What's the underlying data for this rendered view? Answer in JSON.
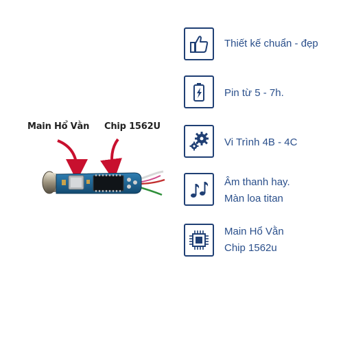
{
  "callouts": {
    "main_label": "Main Hổ Vằn",
    "chip_label": "Chip 1562U"
  },
  "features": [
    {
      "icon": "thumbs-up-icon",
      "lines": [
        "Thiết kế chuẩn - đẹp"
      ]
    },
    {
      "icon": "battery-charging-icon",
      "lines": [
        "Pin từ 5 - 7h."
      ]
    },
    {
      "icon": "gears-icon",
      "lines": [
        "Vi Trình 4B - 4C"
      ]
    },
    {
      "icon": "music-notes-icon",
      "lines": [
        "Âm thanh hay.",
        "Màn loa titan"
      ]
    },
    {
      "icon": "cpu-chip-icon",
      "lines": [
        "Main Hổ Vằn",
        "Chip 1562u"
      ]
    }
  ],
  "colors": {
    "feature_text": "#2a4f8b",
    "icon_border": "#1f3f74",
    "arrow": "#c8102e",
    "pcb": "#1c5e8c"
  }
}
